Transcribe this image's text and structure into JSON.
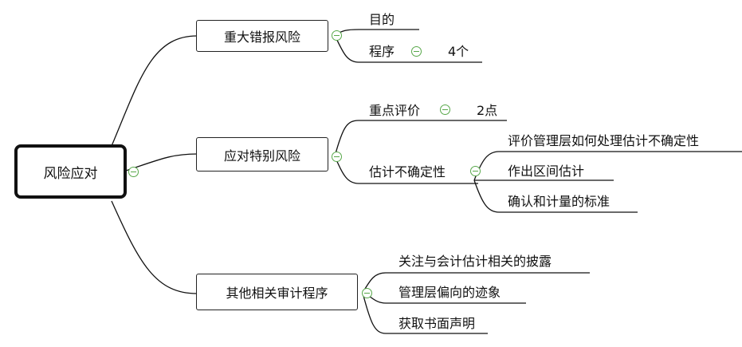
{
  "root": {
    "label": "风险应对"
  },
  "branches": [
    {
      "label": "重大错报风险",
      "children": [
        {
          "label": "目的"
        },
        {
          "label": "程序",
          "note": "4个"
        }
      ]
    },
    {
      "label": "应对特别风险",
      "children": [
        {
          "label": "重点评价",
          "note": "2点"
        },
        {
          "label": "估计不确定性",
          "children": [
            {
              "label": "评价管理层如何处理估计不确定性"
            },
            {
              "label": "作出区间估计"
            },
            {
              "label": "确认和计量的标准"
            }
          ]
        }
      ]
    },
    {
      "label": "其他相关审计程序",
      "children": [
        {
          "label": "关注与会计估计相关的披露"
        },
        {
          "label": "管理层偏向的迹象"
        },
        {
          "label": "获取书面声明"
        }
      ]
    }
  ],
  "colors": {
    "line": "#111111",
    "collapse_icon": "#58a84a"
  },
  "icons": {
    "collapse": "collapse-minus-icon"
  }
}
